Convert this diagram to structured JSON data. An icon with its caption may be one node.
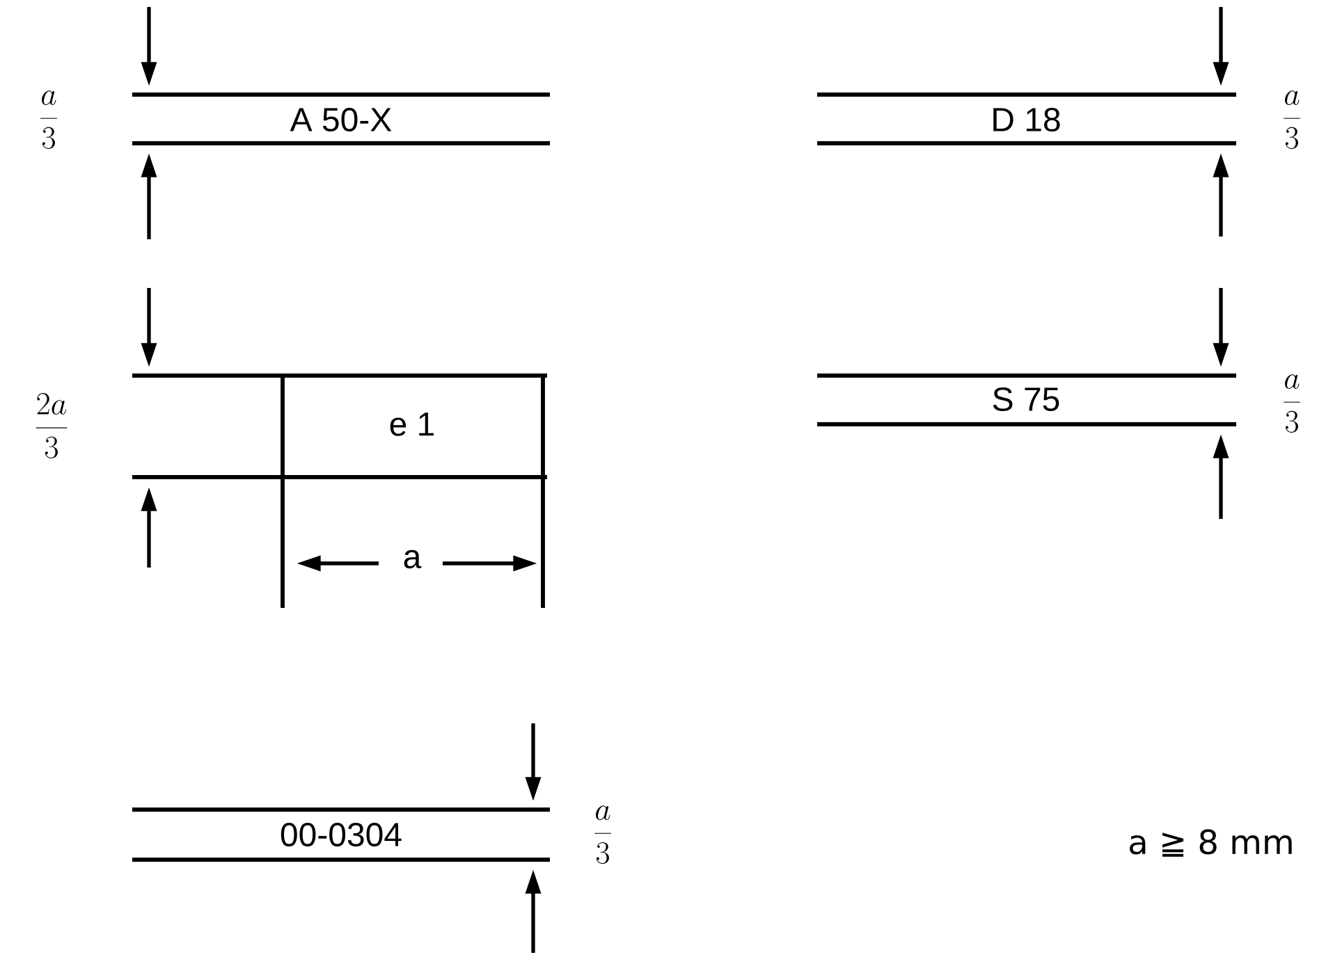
{
  "diagram": {
    "labels": [
      "\\frac{a}{3}",
      "A 50-X",
      "D 18",
      "\\frac{a}{3}",
      "\\frac{2a}{3}",
      "e 1",
      "S 75",
      "\\frac{a}{3}",
      "a",
      "00-0304",
      "\\frac{a}{3}",
      "a ≧ 8 mm"
    ]
  }
}
